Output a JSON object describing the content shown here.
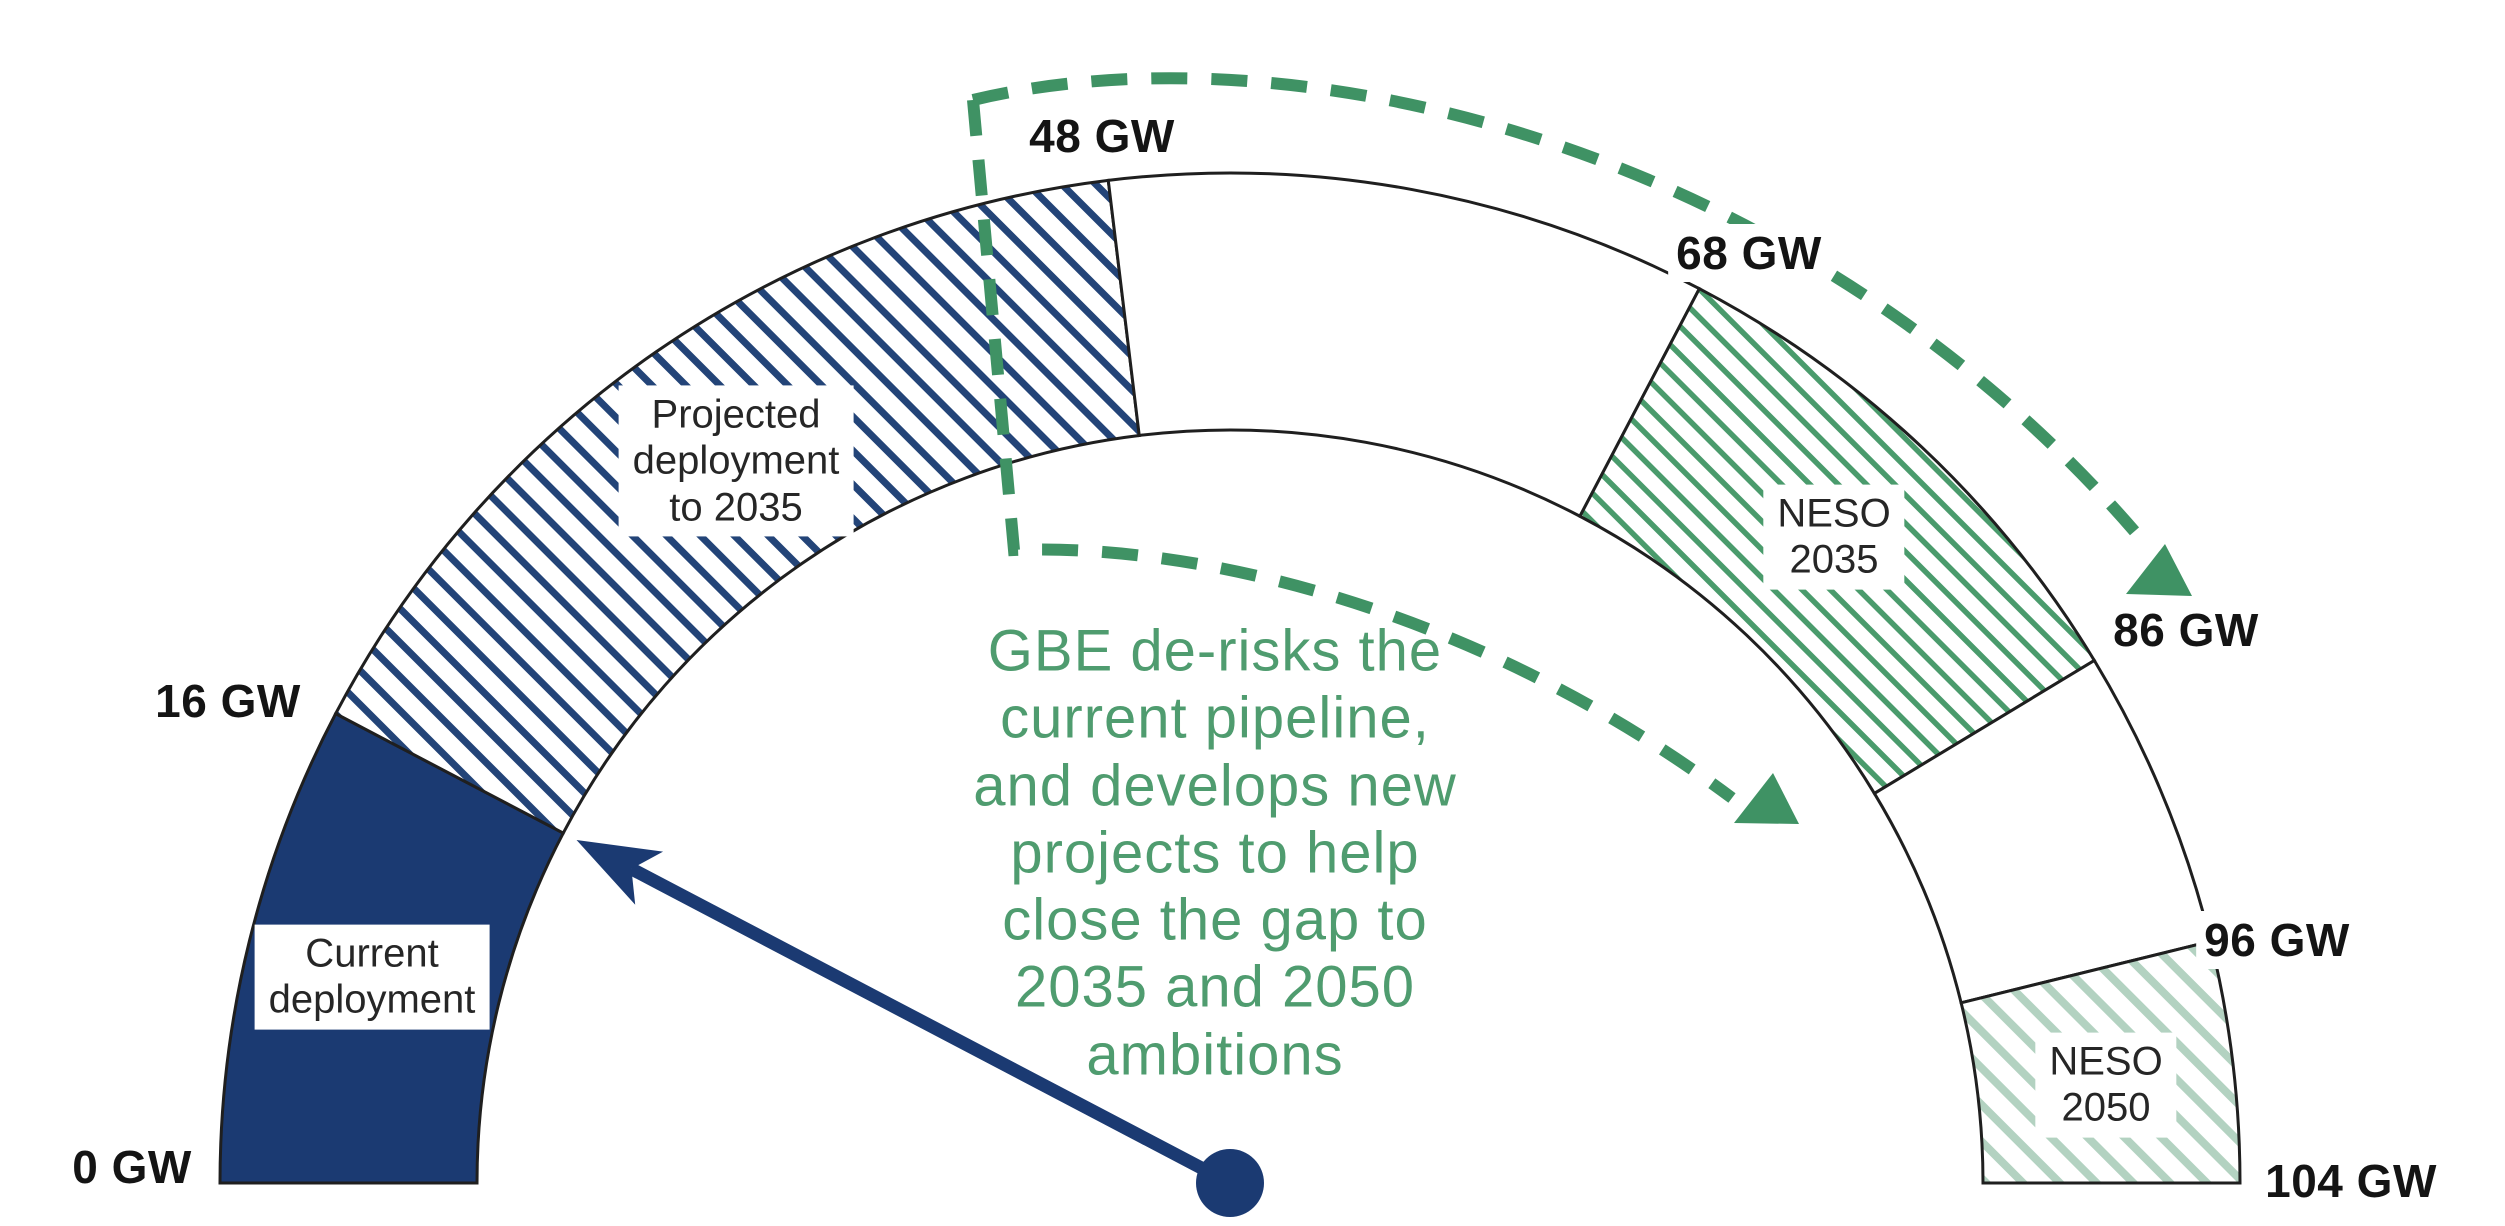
{
  "colors": {
    "navy": "#1b3a72",
    "navy_hatch": "#234478",
    "green": "#4a9b6c",
    "green_dash": "#3f9264",
    "green_pale": "#b3d2c1",
    "outline": "#1f1f1f",
    "tick_text": "#141414",
    "segment_text": "#262626",
    "annotation_green": "#4f9c6f",
    "background": "#ffffff"
  },
  "chart_data": {
    "type": "gauge",
    "unit": "GW",
    "min_gw": 0,
    "max_gw": 104,
    "start_angle_deg": 180,
    "end_angle_deg": 0,
    "boundaries_gw": [
      0,
      16,
      48,
      68,
      86,
      96,
      104
    ],
    "tick_labels": [
      "0 GW",
      "16 GW",
      "48 GW",
      "68 GW",
      "86 GW",
      "96 GW",
      "104 GW"
    ],
    "segments": [
      {
        "id": "current-deployment",
        "from_gw": 0,
        "to_gw": 16,
        "label": "Current\ndeployment",
        "fill": "solid-navy"
      },
      {
        "id": "projected-to-2035",
        "from_gw": 16,
        "to_gw": 48,
        "label": "Projected\ndeployment\nto 2035",
        "fill": "hatch-navy"
      },
      {
        "id": "gap-48-68",
        "from_gw": 48,
        "to_gw": 68,
        "label": "",
        "fill": "none"
      },
      {
        "id": "neso-2035",
        "from_gw": 68,
        "to_gw": 86,
        "label": "NESO\n2035",
        "fill": "hatch-green"
      },
      {
        "id": "gap-86-96",
        "from_gw": 86,
        "to_gw": 96,
        "label": "",
        "fill": "none"
      },
      {
        "id": "neso-2050",
        "from_gw": 96,
        "to_gw": 104,
        "label": "NESO\n2050",
        "fill": "hatch-green-light"
      }
    ],
    "needle_value_gw": 16,
    "annotation": "GBE de-risks the\ncurrent pipeline,\nand develops new\nprojects to help\nclose the gap to\n2035 and 2050\nambitions",
    "arrows": [
      {
        "id": "gap-arrow-outer",
        "style": "dashed",
        "from_gw": 48,
        "points_to": "86 GW / NESO 2035 ambition"
      },
      {
        "id": "gap-arrow-inner",
        "style": "dashed",
        "from_gw": 48,
        "points_to": "NESO 2035 segment"
      }
    ],
    "legend_position": "none",
    "grid": false
  }
}
